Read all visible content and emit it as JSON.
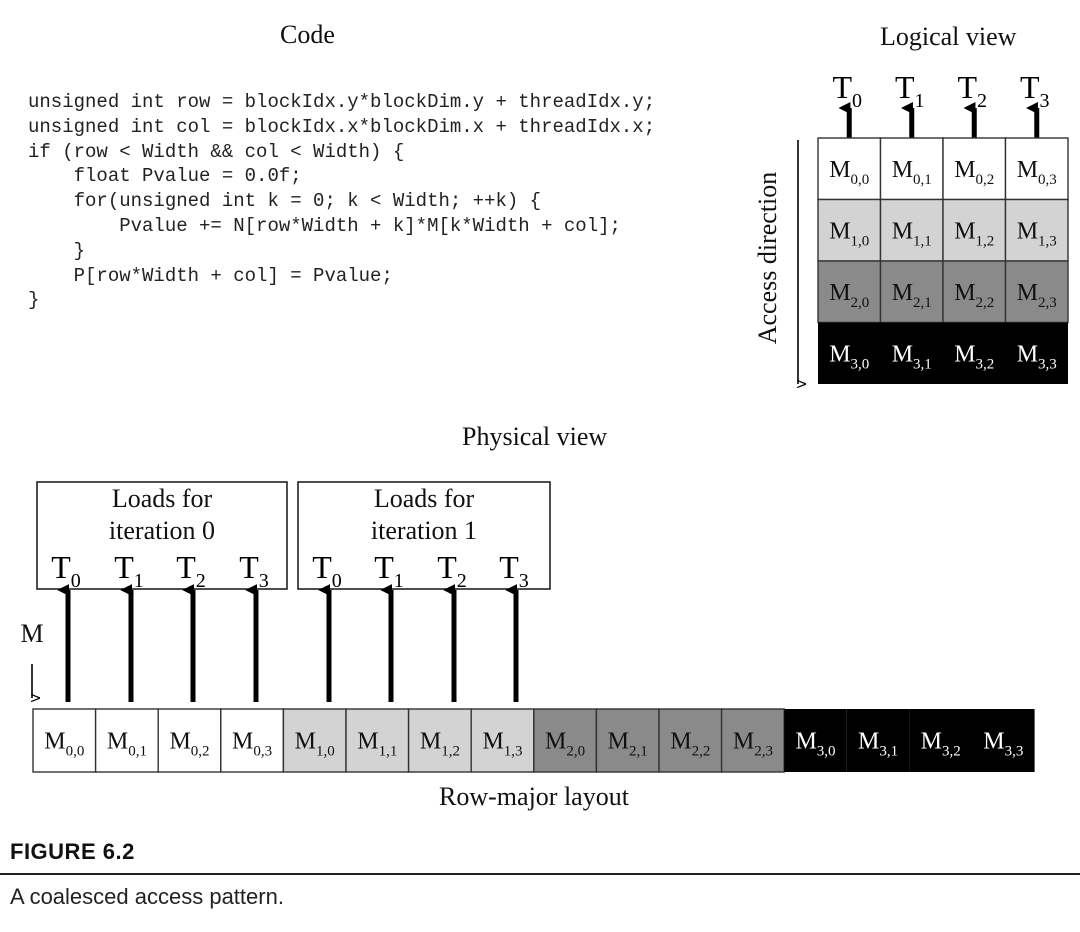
{
  "headings": {
    "code": "Code",
    "logical": "Logical view",
    "physical": "Physical view",
    "access_direction": "Access direction",
    "row_major": "Row-major layout",
    "m_label": "M"
  },
  "code_lines": [
    "unsigned int row = blockIdx.y*blockDim.y + threadIdx.y;",
    "unsigned int col = blockIdx.x*blockDim.x + threadIdx.x;",
    "if (row < Width && col < Width) {",
    "    float Pvalue = 0.0f;",
    "    for(unsigned int k = 0; k < Width; ++k) {",
    "        Pvalue += N[row*Width + k]*M[k*Width + col];",
    "    }",
    "    P[row*Width + col] = Pvalue;",
    "}"
  ],
  "threads": [
    "T0",
    "T1",
    "T2",
    "T3"
  ],
  "row_colors": [
    "#ffffff",
    "#d3d3d3",
    "#8a8a8a",
    "#000000"
  ],
  "row_text_colors": [
    "#111111",
    "#111111",
    "#111111",
    "#ffffff"
  ],
  "matrix": [
    [
      "M0,0",
      "M0,1",
      "M0,2",
      "M0,3"
    ],
    [
      "M1,0",
      "M1,1",
      "M1,2",
      "M1,3"
    ],
    [
      "M2,0",
      "M2,1",
      "M2,2",
      "M2,3"
    ],
    [
      "M3,0",
      "M3,1",
      "M3,2",
      "M3,3"
    ]
  ],
  "load_boxes": [
    {
      "line1": "Loads for",
      "line2": "iteration 0"
    },
    {
      "line1": "Loads for",
      "line2": "iteration 1"
    }
  ],
  "figure": {
    "title": "FIGURE 6.2",
    "caption": "A coalesced access pattern."
  }
}
